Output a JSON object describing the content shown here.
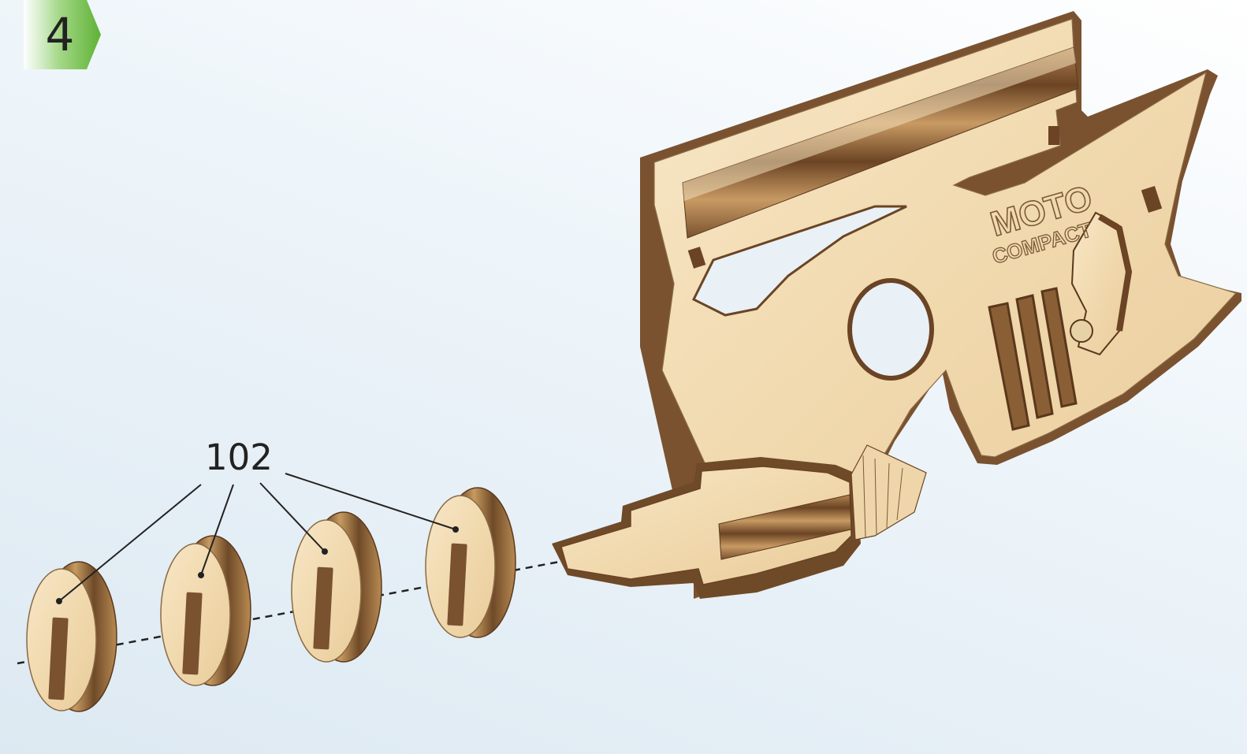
{
  "step": {
    "number": "4"
  },
  "callout": {
    "part_number": "102"
  },
  "model": {
    "engraving_line1": "MOTO",
    "engraving_line2": "COMPACT"
  },
  "colors": {
    "badge_green": "#6ebd3f",
    "wood_face": "#f2dcb4",
    "wood_edge_light": "#c59a62",
    "wood_edge_dark": "#6a4424",
    "background": "#e6eff6"
  }
}
